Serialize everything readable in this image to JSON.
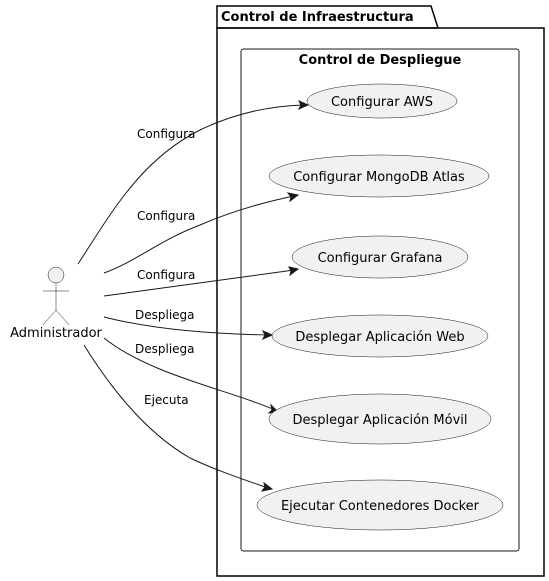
{
  "package": {
    "title": "Control de Infraestructura"
  },
  "boundary": {
    "title": "Control de Despliegue"
  },
  "actor": {
    "label": "Administrador"
  },
  "use_cases": [
    {
      "label": "Configurar AWS"
    },
    {
      "label": "Configurar MongoDB Atlas"
    },
    {
      "label": "Configurar Grafana"
    },
    {
      "label": "Desplegar Aplicación Web"
    },
    {
      "label": "Desplegar Aplicación Móvil"
    },
    {
      "label": "Ejecutar Contenedores Docker"
    }
  ],
  "relations": [
    {
      "label": "Configura",
      "target": 0
    },
    {
      "label": "Configura",
      "target": 1
    },
    {
      "label": "Configura",
      "target": 2
    },
    {
      "label": "Despliega",
      "target": 3
    },
    {
      "label": "Despliega",
      "target": 4
    },
    {
      "label": "Ejecuta",
      "target": 5
    }
  ]
}
